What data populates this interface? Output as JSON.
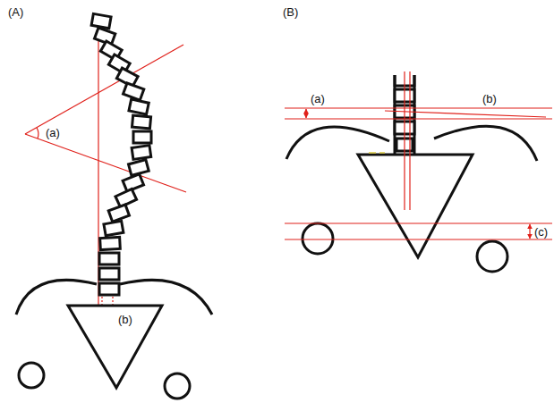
{
  "diagram": {
    "labels": [
      "(A)",
      "(B)",
      "(a)",
      "(b)",
      "(a)",
      "(b)",
      "(c)"
    ]
  }
}
